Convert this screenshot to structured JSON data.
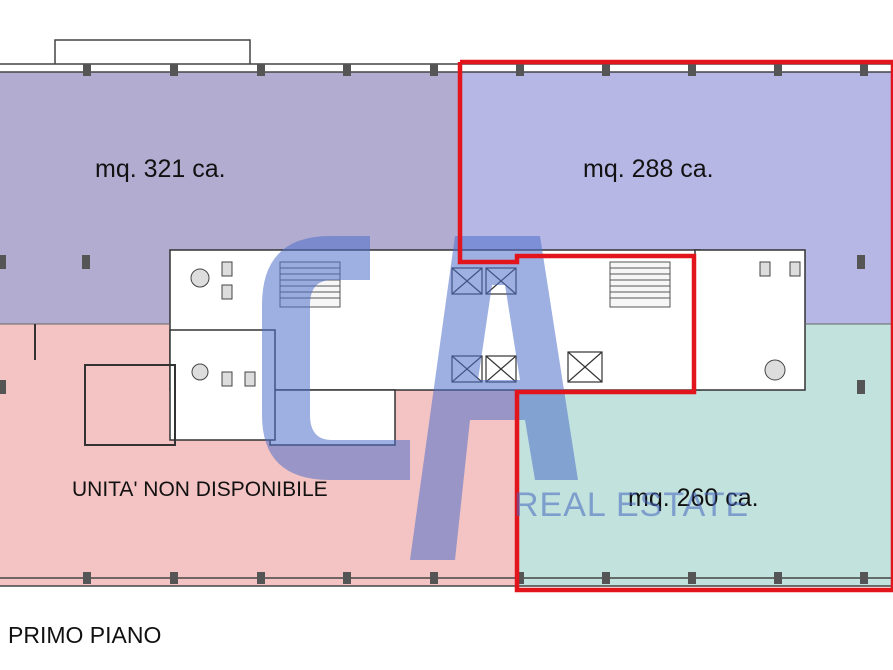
{
  "units": [
    {
      "id": "north-west",
      "area_label": "mq. 321 ca.",
      "fill": "#b2acd0"
    },
    {
      "id": "north-east",
      "area_label": "mq. 288 ca.",
      "fill": "#b7b7e6"
    },
    {
      "id": "south-east",
      "area_label": "mq. 260 ca.",
      "fill": "#c2e2de"
    },
    {
      "id": "south-west",
      "area_label": "UNITA' NON DISPONIBILE",
      "fill": "#f3c4c3"
    }
  ],
  "floor_label": "PRIMO PIANO",
  "watermark": {
    "text": "REAL ESTATE",
    "color": "#4f6fc8"
  },
  "highlight_color": "#e3151c"
}
